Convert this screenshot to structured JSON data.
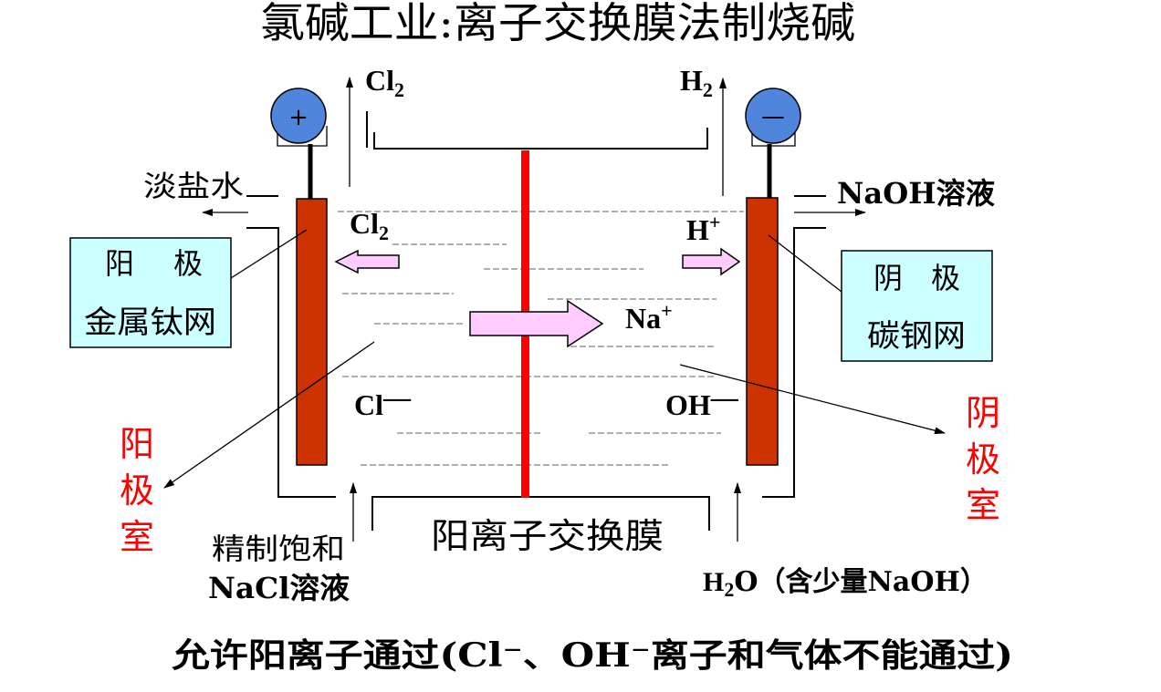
{
  "title": "氯碱工业:离子交换膜法制烧碱",
  "colors": {
    "terminal": "#4F86DC",
    "electrode": "#CC3300",
    "membrane": "#FF0000",
    "ion_arrow": "#FFCCFF",
    "label_box": "#CCFFFF",
    "chamber_label": "#FF0000",
    "footer_text": "#FF0000"
  },
  "anode_side": {
    "terminal_sign": "+",
    "gas_outlet": {
      "symbol": "Cl",
      "sub": "2"
    },
    "brine_outlet": "淡盐水",
    "electrode_label": {
      "name": "阳　极",
      "material": "金属钛网"
    },
    "chamber_label": [
      "阳",
      "极",
      "室"
    ],
    "feed_inlet": [
      "精制饱和",
      "NaCl溶液"
    ],
    "ions": {
      "gas": {
        "symbol": "Cl",
        "sub": "2"
      },
      "anion": {
        "symbol": "Cl",
        "charge": "—"
      }
    }
  },
  "cathode_side": {
    "terminal_sign": "—",
    "gas_outlet": {
      "symbol": "H",
      "sub": "2"
    },
    "product_outlet": "NaOH溶液",
    "electrode_label": {
      "name": "阴　极",
      "material": "碳钢网"
    },
    "chamber_label": [
      "阴",
      "极",
      "室"
    ],
    "feed_inlet": {
      "symbol": "H",
      "sub": "2",
      "rest": "O（含少量NaOH）"
    },
    "ions": {
      "cation": {
        "symbol": "H",
        "charge": "+"
      },
      "anion": {
        "symbol": "OH",
        "charge": "—"
      }
    }
  },
  "membrane": {
    "label": "阳离子交换膜",
    "migrating_ion": {
      "symbol": "Na",
      "charge": "+"
    }
  },
  "footer_note": "允许阳离子通过(Cl⁻、OH⁻离子和气体不能通过)"
}
